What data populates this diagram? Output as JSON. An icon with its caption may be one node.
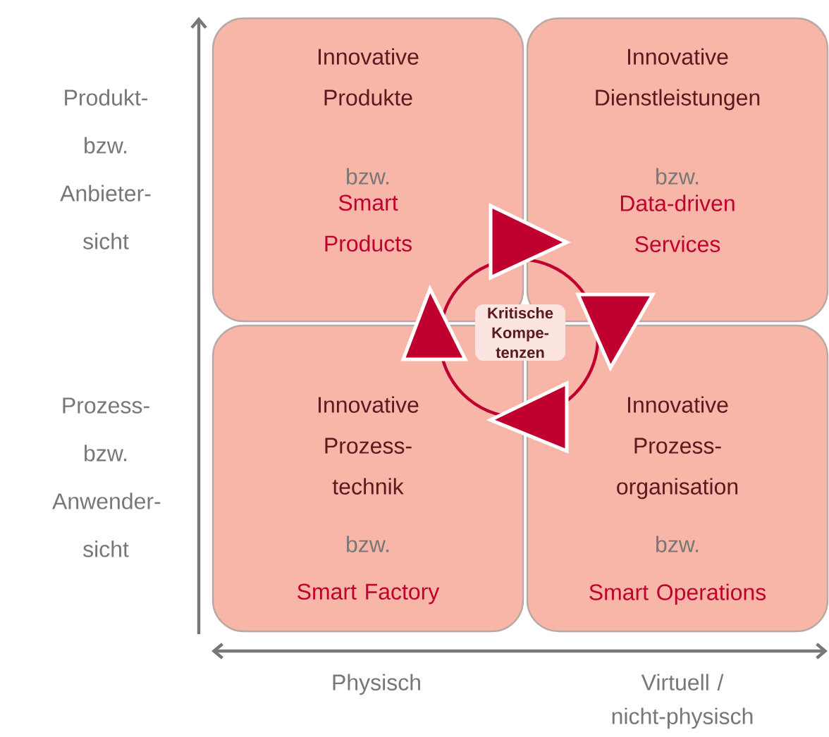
{
  "diagram": {
    "nodes": [
      {
        "text": [
          "Innovative Produkte",
          "bzw.",
          "Smart Products"
        ]
      },
      {
        "text": [
          "Innovative Dienstleistungen",
          "bzw.",
          "Data-driven Services"
        ]
      },
      {
        "text": [
          "Innovative Prozess- technik",
          "bzw.",
          "Smart Factory"
        ]
      },
      {
        "text": [
          "Innovative Prozess- organisation",
          "bzw.",
          "Smart Operations"
        ]
      },
      {
        "text": [
          "Kritische Kompe- tenzen"
        ]
      }
    ],
    "labels": [
      "Produkt- bzw. Anbieter- sicht",
      "Prozess- bzw. Anwender- sicht",
      "Physisch",
      "Virtuell / nicht-physisch"
    ]
  }
}
